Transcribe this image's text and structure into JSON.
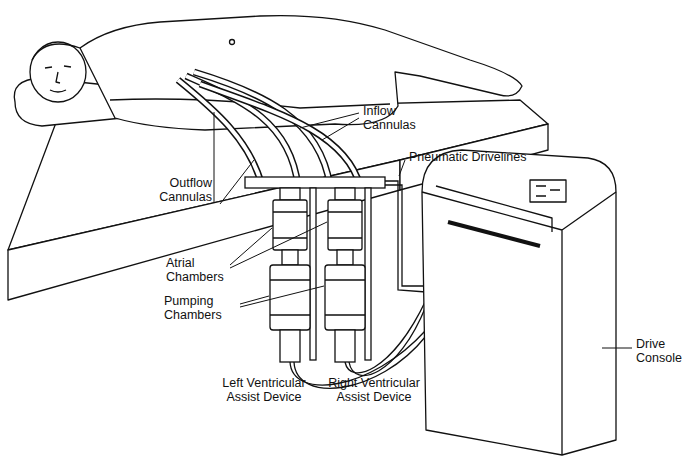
{
  "diagram": {
    "labels": [
      "Inflow Cannulas",
      "Pneumatic Drivelines",
      "Outflow Cannulas",
      "Atrial Chambers",
      "Pumping Chambers",
      "Left Ventricular Assist Device",
      "Right Ventricular Assist Device",
      "Drive Console"
    ]
  }
}
